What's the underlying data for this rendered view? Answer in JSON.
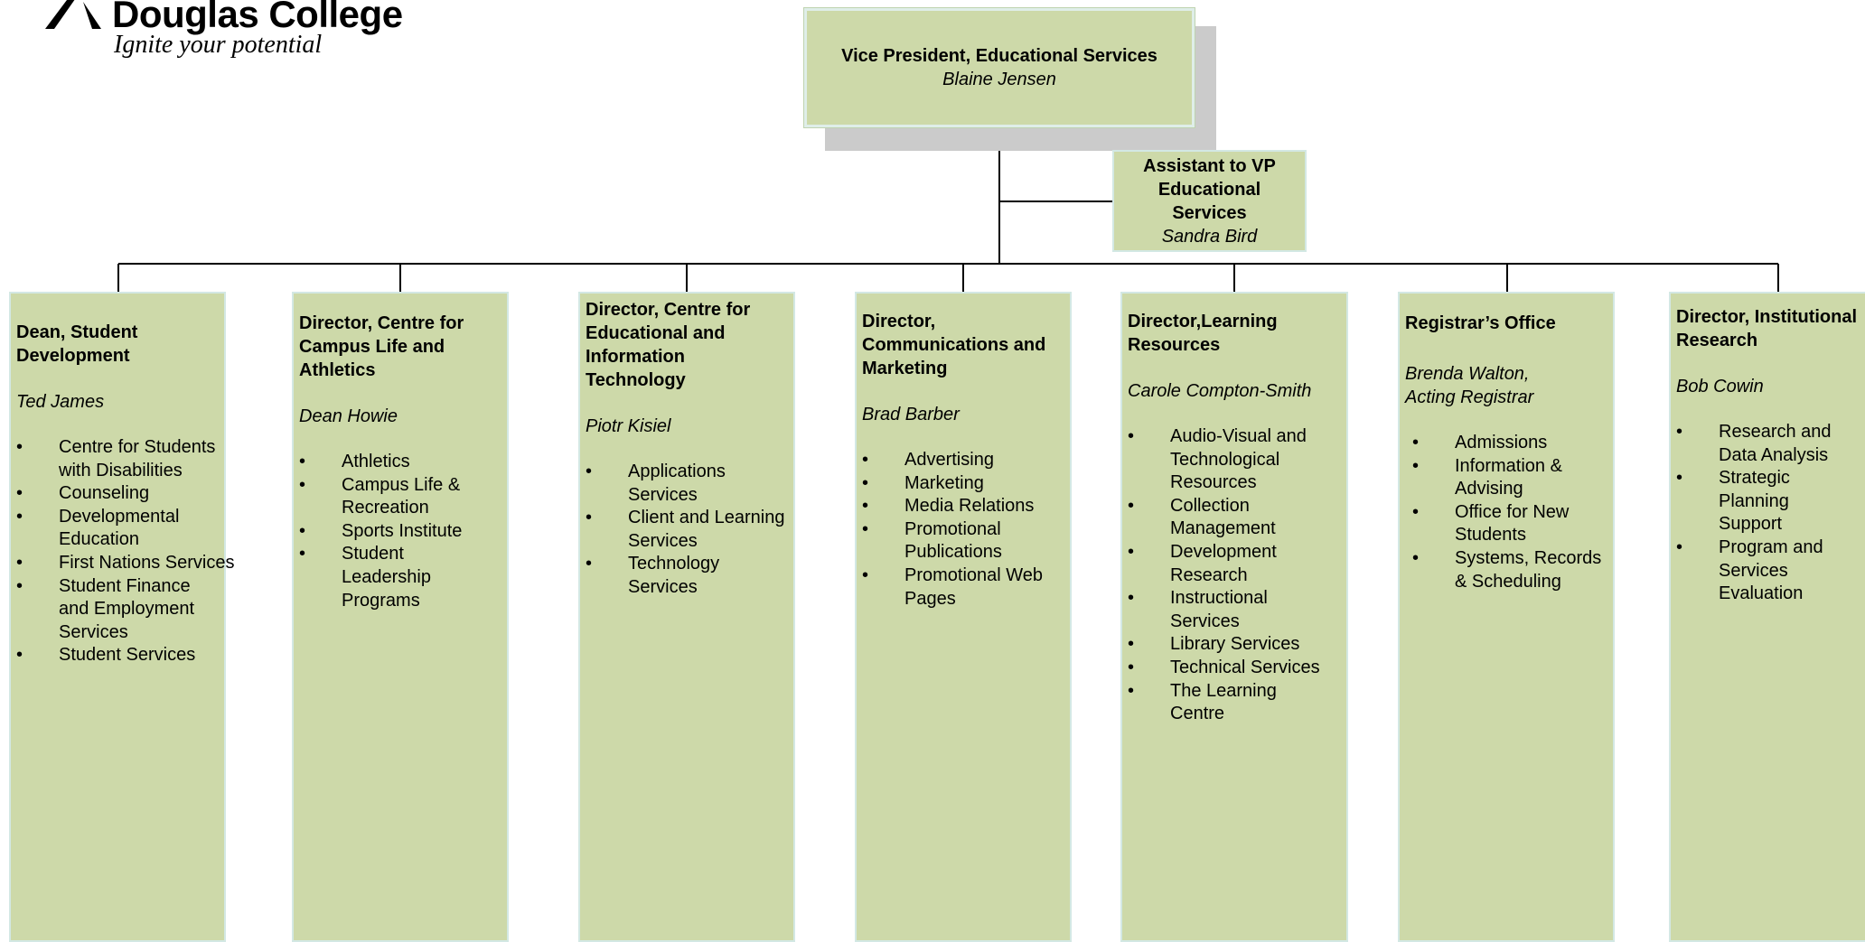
{
  "logo": {
    "name": "Douglas College",
    "tagline": "Ignite your potential"
  },
  "vp": {
    "title": "Vice President, Educational Services",
    "name": "Blaine Jensen"
  },
  "assistant": {
    "title": "Assistant to VP Educational Services",
    "name": "Sandra Bird"
  },
  "departments": [
    {
      "title": "Dean, Student Development",
      "name": "Ted James",
      "items": [
        "Centre for Students with Disabilities",
        "Counseling",
        "Developmental Education",
        "First Nations Services",
        "Student Finance and Employment Services",
        "Student Services"
      ]
    },
    {
      "title": "Director, Centre for Campus Life and Athletics",
      "name": "Dean Howie",
      "items": [
        "Athletics",
        "Campus Life & Recreation",
        "Sports Institute",
        "Student Leadership Programs"
      ]
    },
    {
      "title": "Director, Centre for Educational and Information Technology",
      "name": "Piotr Kisiel",
      "items": [
        "Applications Services",
        "Client and Learning Services",
        "Technology Services"
      ]
    },
    {
      "title": "Director, Communications and Marketing",
      "name": "Brad Barber",
      "items": [
        "Advertising",
        "Marketing",
        "Media Relations",
        "Promotional Publications",
        "Promotional Web Pages"
      ]
    },
    {
      "title": "Director,Learning Resources",
      "name": "Carole Compton-Smith",
      "items": [
        "Audio-Visual and Technological Resources",
        "Collection Management",
        "Development Research",
        "Instructional Services",
        "Library Services",
        "Technical Services",
        "The Learning Centre"
      ]
    },
    {
      "title": "Registrar’s Office",
      "name": "Brenda Walton, Acting Registrar",
      "items": [
        "Admissions",
        "Information & Advising",
        "Office for New Students",
        "Systems, Records & Scheduling"
      ]
    },
    {
      "title": "Director, Institutional Research",
      "name": "Bob Cowin",
      "items": [
        "Research and Data Analysis",
        "Strategic Planning Support",
        "Program and Services Evaluation"
      ]
    }
  ],
  "colors": {
    "box_fill": "#cdd9a9",
    "box_border": "#d3e8e4",
    "shadow": "#cbcbcb",
    "line": "#000000"
  }
}
